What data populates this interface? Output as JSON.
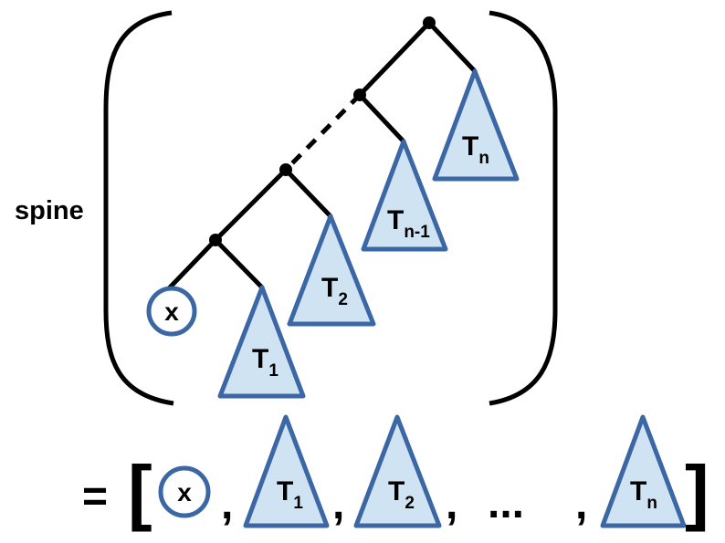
{
  "spine_label": "spine",
  "leaf": {
    "label": "x"
  },
  "subtrees": [
    {
      "name": "T",
      "sub": "1"
    },
    {
      "name": "T",
      "sub": "2"
    },
    {
      "name": "T",
      "sub": "n-1"
    },
    {
      "name": "T",
      "sub": "n"
    }
  ],
  "equation": {
    "equals": "=",
    "open_bracket": "[",
    "close_bracket": "]",
    "separator": ",",
    "ellipsis": "...",
    "items": [
      {
        "kind": "leaf",
        "label": "x"
      },
      {
        "kind": "tree",
        "name": "T",
        "sub": "1"
      },
      {
        "kind": "tree",
        "name": "T",
        "sub": "2"
      },
      {
        "kind": "ellipsis"
      },
      {
        "kind": "tree",
        "name": "T",
        "sub": "n"
      }
    ]
  },
  "colors": {
    "tree_fill": "#cfe3f3",
    "tree_stroke": "#3b67a5",
    "line": "#000000"
  }
}
